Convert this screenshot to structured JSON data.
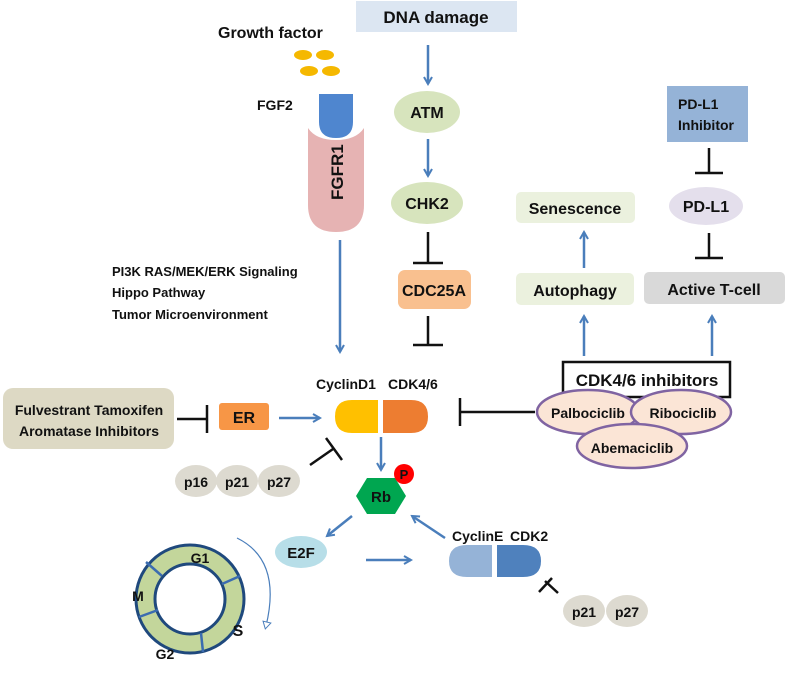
{
  "diagram": {
    "title": "CDK4/6 signaling pathway and inhibitors",
    "top": {
      "growth_factor": "Growth factor",
      "dna_damage": "DNA damage",
      "fgf2": "FGF2",
      "fgfr1": "FGFR1",
      "atm": "ATM",
      "chk2": "CHK2",
      "cdc25a": "CDC25A"
    },
    "pathways": {
      "line1": "PI3K RAS/MEK/ERK Signaling",
      "line2": "Hippo Pathway",
      "line3": "Tumor Microenvironment"
    },
    "right": {
      "pdl1_inhibitor_line1": "PD-L1",
      "pdl1_inhibitor_line2": "Inhibitor",
      "pdl1": "PD-L1",
      "senescence": "Senescence",
      "autophagy": "Autophagy",
      "active_tcell": "Active T-cell",
      "cdk46_inhibitors": "CDK4/6 inhibitors",
      "drugs": [
        "Palbociclib",
        "Ribociclib",
        "Abemaciclib"
      ]
    },
    "left": {
      "endocrine_line1": "Fulvestrant Tamoxifen",
      "endocrine_line2": "Aromatase Inhibitors",
      "er": "ER",
      "cki": [
        "p16",
        "p21",
        "p27"
      ]
    },
    "core": {
      "cyclind1": "CyclinD1",
      "cdk46": "CDK4/6",
      "rb": "Rb",
      "phospho": "P",
      "e2f": "E2F",
      "cycline": "CyclinE",
      "cdk2": "CDK2",
      "cki2": [
        "p21",
        "p27"
      ]
    },
    "cell_cycle": {
      "phases": [
        "G1",
        "S",
        "G2",
        "M"
      ]
    },
    "colors": {
      "activation_arrow": "#4a7ebb",
      "inhibition": "#111111",
      "growth_factor": "#f5b800",
      "fgf2": "#4f86cf",
      "fgfr1": "#e6b3b3",
      "dna_damage_box": "#dce6f2",
      "atm_chk2": "#d7e4bd",
      "cdc25a": "#f9c08f",
      "pdl1_inhibitor": "#95b3d7",
      "pdl1": "#e4dfec",
      "senescence_autophagy": "#ebf1de",
      "active_tcell": "#d9d9d9",
      "drug_fill": "#fbe5d6",
      "drug_border": "#8064a2",
      "endocrine_box": "#ddd9c4",
      "er": "#f79646",
      "cki": "#dddad0",
      "cyclind1": "#ffc000",
      "cdk46": "#ed7d31",
      "rb": "#00a650",
      "phospho": "#ff0000",
      "e2f": "#b7dee8",
      "cycline": "#95b3d7",
      "cdk2": "#4f81bd",
      "cell_cycle_fill": "#c3d69b",
      "cell_cycle_border": "#1f497d"
    }
  }
}
